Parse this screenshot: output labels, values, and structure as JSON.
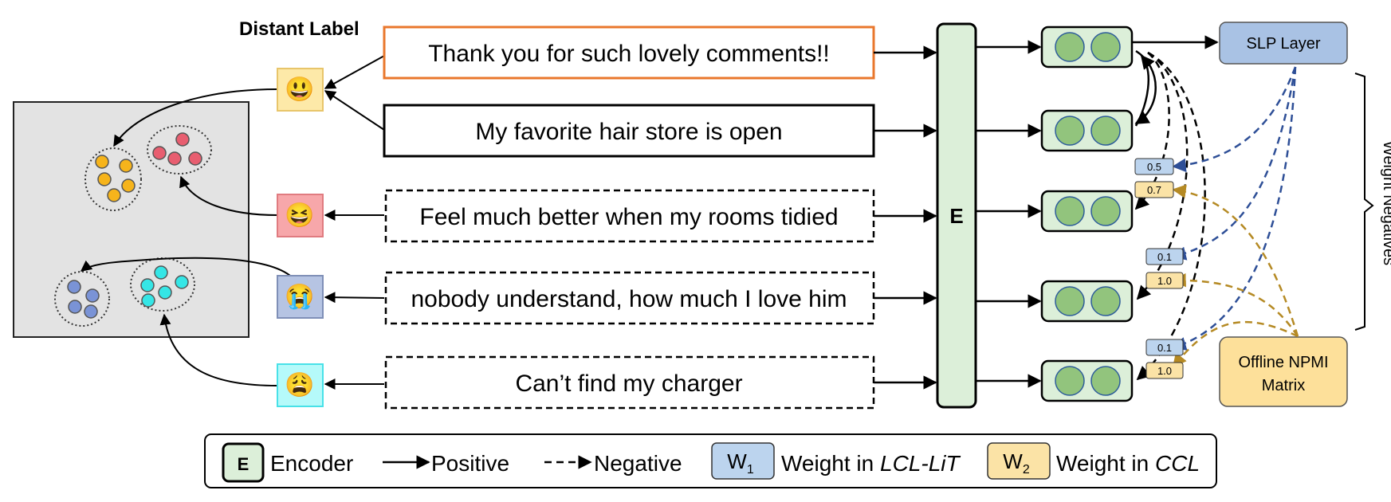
{
  "distant_label_title": "Distant Label",
  "sentences": [
    "Thank you for such lovely comments!!",
    "My favorite hair store is open",
    "Feel much better when my rooms tidied",
    "nobody understand, how much I love him",
    "Can’t find my charger"
  ],
  "encoder_letter": "E",
  "slp_label": "SLP Layer",
  "npmi_label_line1": "Offline NPMI",
  "npmi_label_line2": "Matrix",
  "weight_negatives_label": "Weight Negatives",
  "weights": {
    "row3": {
      "w1": "0.5",
      "w2": "0.7"
    },
    "row4": {
      "w1": "0.1",
      "w2": "1.0"
    },
    "row5": {
      "w1": "0.1",
      "w2": "1.0"
    }
  },
  "emojis": {
    "row1": "😃",
    "row3": "😆",
    "row4": "😭",
    "row5": "😩"
  },
  "legend": {
    "encoder_box": "E",
    "encoder": "Encoder",
    "positive": "Positive",
    "negative": "Negative",
    "w1_main": "W",
    "w1_sub": "1",
    "w1_text_prefix": "Weight in ",
    "w1_text_em": "LCL-LiT",
    "w2_main": "W",
    "w2_sub": "2",
    "w2_text_prefix": "Weight in ",
    "w2_text_em": "CCL"
  },
  "colors": {
    "encoder_fill": "#dcefd9",
    "circle_fill": "#92c47d",
    "circle_stroke": "#2e5d9a",
    "slp_fill": "#a9c2e4",
    "npmi_fill": "#fde09a",
    "w1_fill": "#bcd4ee",
    "w2_fill": "#fbe3a6",
    "highlight_border": "#e9772c",
    "blue_dash": "#2e4f97",
    "gold_dash": "#b58a24",
    "panel_fill": "#e3e3e3",
    "dot_yellow": "#f6b41b",
    "dot_red": "#e85e70",
    "dot_blue": "#7a93d6",
    "dot_cyan": "#35e6e6"
  }
}
